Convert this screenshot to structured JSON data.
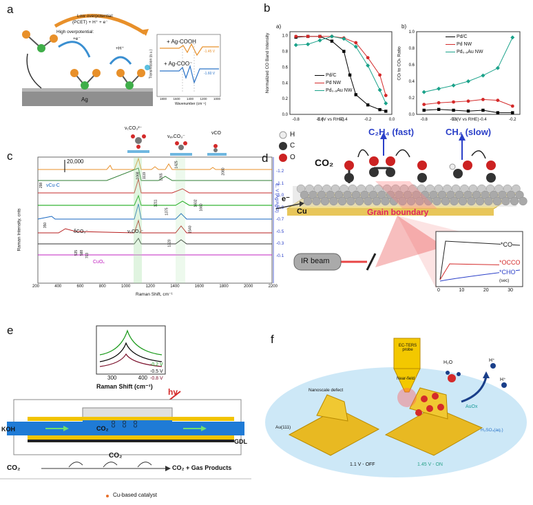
{
  "panels": {
    "a": {
      "label": "a",
      "low_overpotential": "Low overpotential:",
      "pcet": "(PCET) + H⁺ + e⁻",
      "high_overpotential": "High overpotential:",
      "plus_e": "+e⁻",
      "plus_h": "+H⁺",
      "surface": "Ag",
      "ir_label_1": "+ Ag-COOH",
      "ir_label_2": "+ Ag-COO⁻",
      "volt_1": "-1.45 V",
      "volt_2": "-1.60 V",
      "ir_ylabel": "Transmission (a.u.)",
      "ir_xlabel": "Wavenumber (cm⁻¹)",
      "ir_ticks": [
        "1800",
        "1600",
        "1400",
        "1200",
        "1000"
      ]
    },
    "b": {
      "label": "b",
      "sub_a": "a)",
      "sub_b": "b)",
      "left_ylabel": "Normalized CO Band Intensity",
      "right_ylabel": "COₗ to COₕ Ratio",
      "xlabel": "E (V vs RHE)",
      "legend": [
        "Pd/C",
        "Pd NW",
        "Pd₀.₈Au NW"
      ],
      "left_yticks": [
        "0.0",
        "0.2",
        "0.4",
        "0.6",
        "0.8",
        "1.0"
      ],
      "right_yticks": [
        "0.0",
        "0.2",
        "0.4",
        "0.6",
        "0.8",
        "1.0"
      ],
      "xticks": [
        "-0.8",
        "-0.6",
        "-0.4",
        "-0.2",
        "0.0"
      ],
      "right_xticks": [
        "-0.8",
        "-0.6",
        "-0.4",
        "-0.2"
      ]
    },
    "c": {
      "label": "c",
      "scale": "20,000",
      "ylabel": "Raman Intensity, cnts",
      "xlabel": "Raman Shift, cm⁻¹",
      "right_axis": "E, V (Ag/AgCl)",
      "xticks": [
        "200",
        "400",
        "600",
        "800",
        "1000",
        "1200",
        "1400",
        "1600",
        "1800",
        "2000",
        "2200"
      ],
      "potentials": [
        "-1.2",
        "-1.1",
        "-1.0",
        "-0.9",
        "-0.7",
        "-0.5",
        "-0.3",
        "-0.1"
      ],
      "annotations": {
        "v1co3": "ν₁CO₃²⁻",
        "vascoo": "νₐₛCO₃⁻",
        "vco": "νCO",
        "vcuc": "νCu-C",
        "dco3": "δCO₃⁻",
        "vsco3": "νₛCO₃⁻",
        "cuox": "CuOₓ"
      },
      "peaks": [
        "298",
        "1068",
        "1119",
        "1265",
        "1211",
        "1375",
        "1425",
        "1602",
        "1660",
        "2080",
        "350",
        "535",
        "588",
        "703",
        "1320",
        "1540"
      ]
    },
    "d": {
      "label": "d",
      "legend_h": "H",
      "legend_c": "C",
      "legend_o": "O",
      "co2": "CO₂",
      "c2h4": "C₂H₄ (fast)",
      "ch4": "CH₄ (slow)",
      "electron": "e⁻",
      "cu": "Cu",
      "grain": "Grain boundary",
      "ir_beam": "IR beam",
      "co": "*CO",
      "occo": "*OCCO",
      "cho": "*CHO",
      "sec": "(sec)",
      "xticks": [
        "0",
        "10",
        "20",
        "30"
      ]
    },
    "e": {
      "label": "e",
      "v1": "-0.2 V",
      "v2": "-0.5 V",
      "v3": "-0.8 V",
      "xticks": [
        "300",
        "400"
      ],
      "raman_xlabel": "Raman Shift (cm⁻¹)",
      "hv": "hv",
      "koh": "KOH",
      "gdl": "GDL",
      "co2_in": "CO₂",
      "co2_mid": "CO₂",
      "co2_cell": "CO₂",
      "co_labels": [
        "CO",
        "CO",
        "CO"
      ],
      "out": "CO₂ + Gas Products",
      "catalyst": "Cu-based catalyst"
    },
    "f": {
      "label": "f",
      "probe": "EC-TERS probe",
      "near_field": "Near-field",
      "defect": "Nanoscale defect",
      "au111": "Au(111)",
      "off": "1.1 V - OFF",
      "on": "1.45 V - ON",
      "h2o": "H₂O",
      "hplus1": "H⁺",
      "hplus2": "H⁺",
      "auox": "AuOx",
      "h2so4": "H₂SO₄(aq.)"
    }
  },
  "colors": {
    "orange": "#e8902a",
    "blue": "#2a73c8",
    "teal": "#1aa28a",
    "red": "#d42a2a",
    "yellow": "#f1c416",
    "koh_blue": "#1f7bd6"
  },
  "chart_data": [
    {
      "type": "line",
      "title": "",
      "xlabel": "E (V vs RHE)",
      "ylabel": "Normalized CO Band Intensity",
      "xlim": [
        -0.85,
        0.0
      ],
      "ylim": [
        0,
        1.05
      ],
      "series": [
        {
          "name": "Pd/C",
          "x": [
            -0.8,
            -0.7,
            -0.6,
            -0.5,
            -0.4,
            -0.35,
            -0.3,
            -0.2,
            -0.1,
            -0.05
          ],
          "y": [
            0.98,
            0.99,
            0.99,
            0.93,
            0.8,
            0.5,
            0.25,
            0.12,
            0.06,
            0.04
          ]
        },
        {
          "name": "Pd NW",
          "x": [
            -0.8,
            -0.7,
            -0.6,
            -0.5,
            -0.4,
            -0.3,
            -0.2,
            -0.1,
            -0.05
          ],
          "y": [
            0.99,
            0.99,
            0.99,
            0.99,
            0.97,
            0.91,
            0.72,
            0.5,
            0.24
          ]
        },
        {
          "name": "Pd₀.₈Au NW",
          "x": [
            -0.8,
            -0.7,
            -0.6,
            -0.5,
            -0.4,
            -0.3,
            -0.2,
            -0.1,
            -0.05
          ],
          "y": [
            0.88,
            0.89,
            0.94,
            0.99,
            0.96,
            0.86,
            0.62,
            0.31,
            0.14
          ]
        }
      ]
    },
    {
      "type": "line",
      "title": "",
      "xlabel": "E (V vs RHE)",
      "ylabel": "COₗ to COₕ Ratio",
      "xlim": [
        -0.85,
        -0.15
      ],
      "ylim": [
        0,
        1.0
      ],
      "series": [
        {
          "name": "Pd/C",
          "x": [
            -0.8,
            -0.7,
            -0.6,
            -0.5,
            -0.4,
            -0.3,
            -0.2
          ],
          "y": [
            0.05,
            0.06,
            0.05,
            0.04,
            0.05,
            0.02,
            0.02
          ]
        },
        {
          "name": "Pd NW",
          "x": [
            -0.8,
            -0.7,
            -0.6,
            -0.5,
            -0.4,
            -0.3,
            -0.2
          ],
          "y": [
            0.12,
            0.14,
            0.15,
            0.16,
            0.18,
            0.17,
            0.1
          ]
        },
        {
          "name": "Pd₀.₈Au NW",
          "x": [
            -0.8,
            -0.7,
            -0.6,
            -0.5,
            -0.4,
            -0.3,
            -0.2
          ],
          "y": [
            0.27,
            0.31,
            0.35,
            0.4,
            0.47,
            0.56,
            0.93
          ]
        }
      ]
    }
  ]
}
